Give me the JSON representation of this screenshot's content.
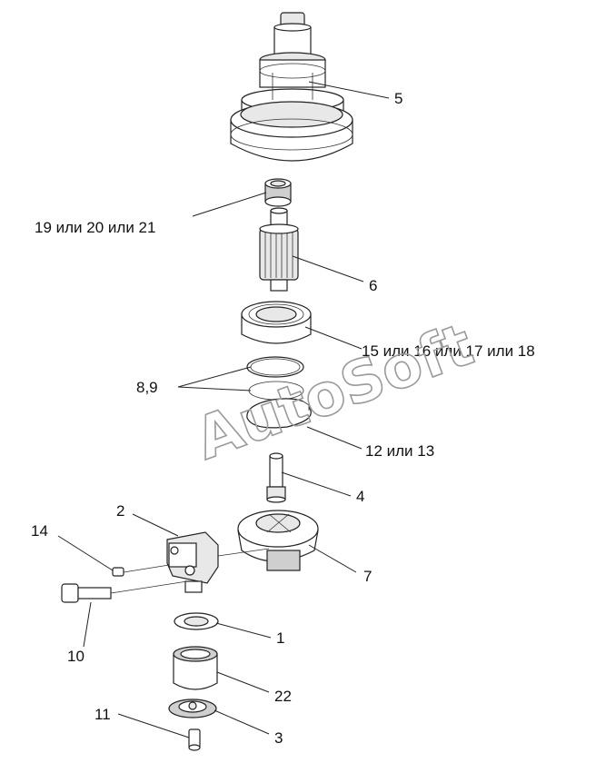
{
  "diagram": {
    "labels": {
      "l5": "5",
      "l19": "19 или 20 или 21",
      "l6": "6",
      "l15": "15 или 16 или 17 или 18",
      "l89": "8,9",
      "l12": "12 или 13",
      "l4": "4",
      "l2": "2",
      "l14": "14",
      "l7": "7",
      "l10": "10",
      "l1": "1",
      "l22": "22",
      "l11": "11",
      "l3": "3"
    },
    "watermark": "AutoSoft"
  }
}
